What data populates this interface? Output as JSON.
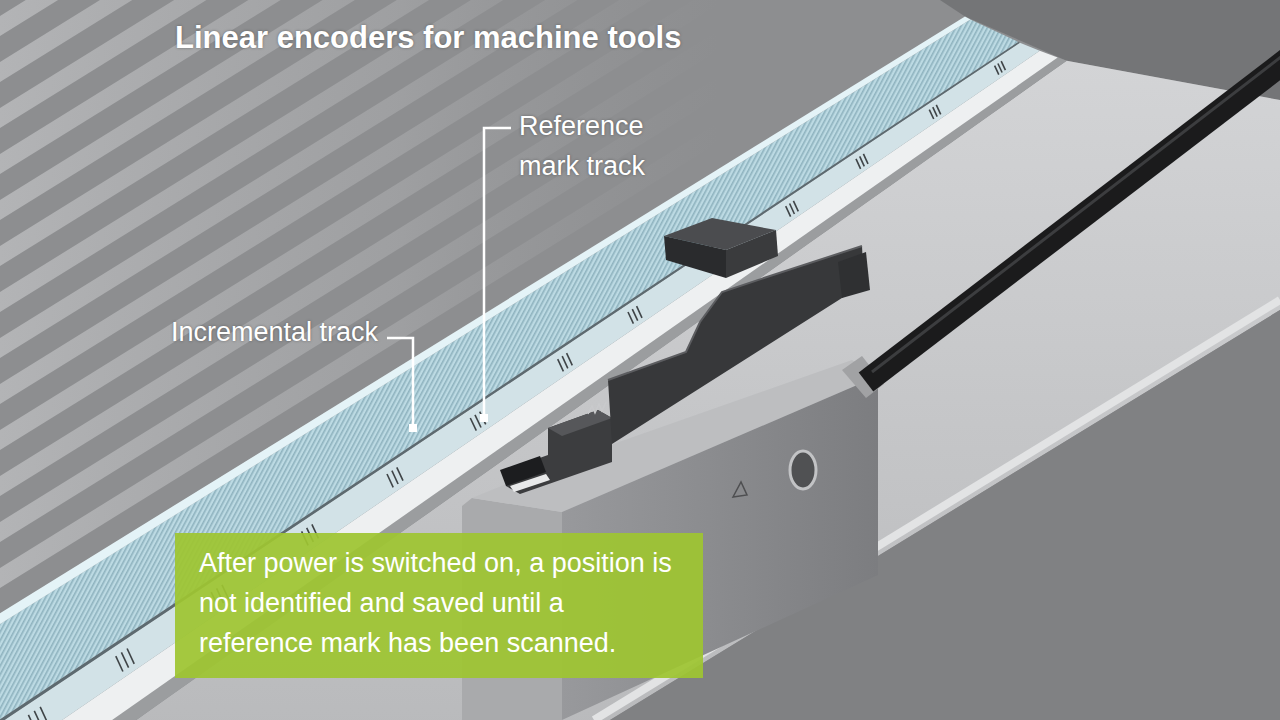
{
  "diagram": {
    "title": "Linear encoders for machine tools",
    "caption": "After power is switched on, a position is not identified and saved until a reference mark has been scanned.",
    "labels": [
      "Reference mark track",
      "Incremental track"
    ]
  }
}
